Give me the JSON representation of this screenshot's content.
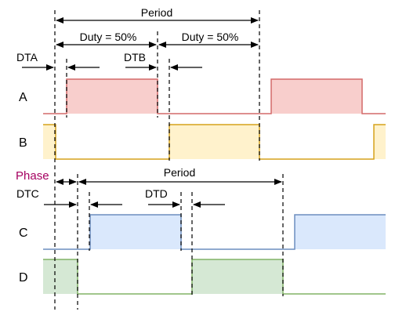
{
  "labels": {
    "period_top": "Period",
    "duty_1": "Duty = 50%",
    "duty_2": "Duty = 50%",
    "dta": "DTA",
    "dtb": "DTB",
    "phase": "Phase",
    "period_bottom": "Period",
    "dtc": "DTC",
    "dtd": "DTD"
  },
  "signals": [
    {
      "name": "A",
      "fill": "#f8cecc",
      "stroke": "#d36a6a"
    },
    {
      "name": "B",
      "fill": "#fff2cc",
      "stroke": "#d6a21c"
    },
    {
      "name": "C",
      "fill": "#dae8fc",
      "stroke": "#6c8ebf"
    },
    {
      "name": "D",
      "fill": "#d5e8d4",
      "stroke": "#82b366"
    }
  ],
  "colors": {
    "phase_label": "#a50060",
    "lines": "#000000",
    "text": "#000000"
  }
}
